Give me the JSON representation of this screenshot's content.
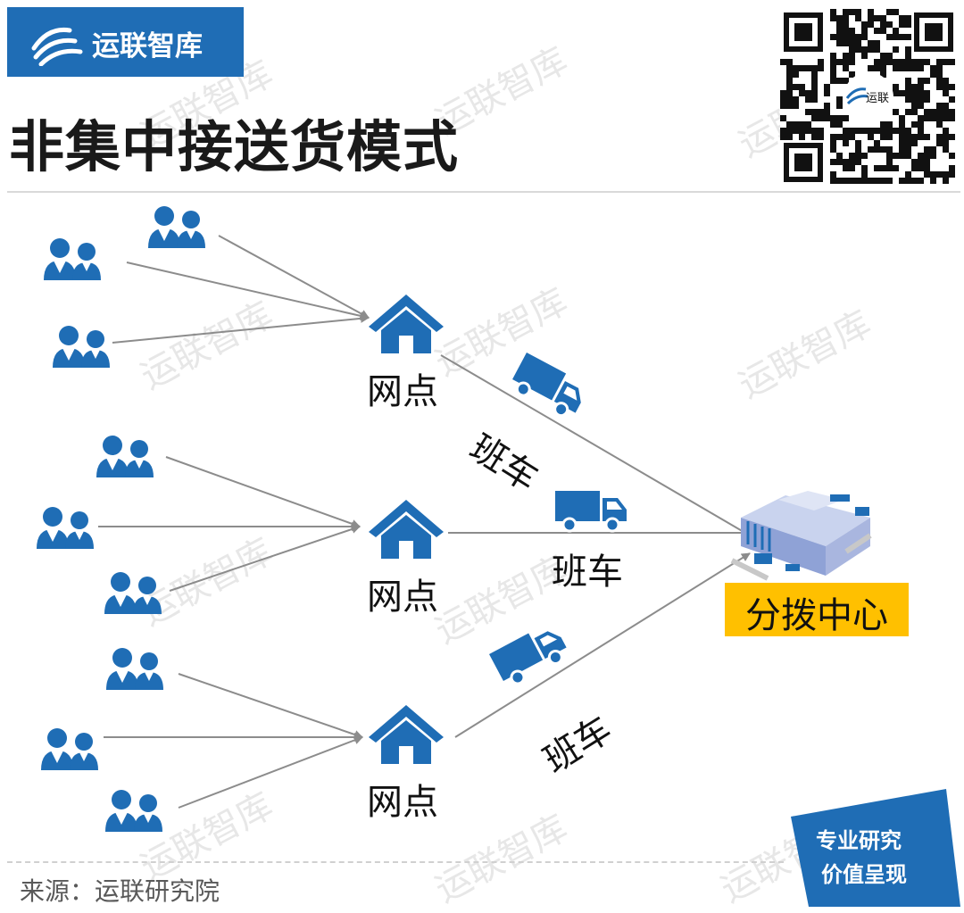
{
  "brand": {
    "logo_text": "运联智库",
    "qr_badge_text": "运联",
    "watermark_text": "运联智库",
    "color": "#1f6db5"
  },
  "title": "非集中接送货模式",
  "colors": {
    "blue": "#1f6db5",
    "hub_fill": "#ffc000",
    "arrow": "#8c8c8c"
  },
  "diagram": {
    "nodes": [
      {
        "label": "网点"
      },
      {
        "label": "网点"
      },
      {
        "label": "网点"
      }
    ],
    "routes": [
      {
        "label": "班车"
      },
      {
        "label": "班车"
      },
      {
        "label": "班车"
      }
    ],
    "hub": {
      "label": "分拨中心"
    },
    "customer_icon": "people-icon",
    "node_icon": "house-icon",
    "route_icon": "truck-icon",
    "hub_icon": "warehouse-icon"
  },
  "badge": {
    "line1": "专业研究",
    "line2": "价值呈现"
  },
  "source": "来源：运联研究院"
}
